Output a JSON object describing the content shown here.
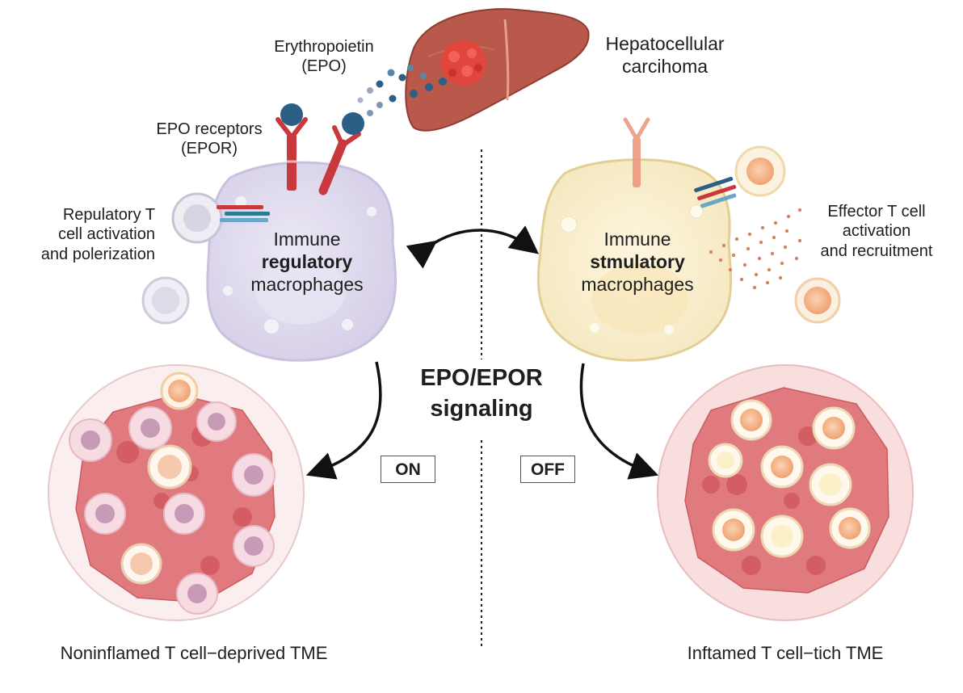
{
  "labels": {
    "epo": "Erythropoietin",
    "epo_abbr": "(EPO)",
    "organ_line1": "Hepatocellular",
    "organ_line2": "carcihoma",
    "receptors": "EPO receptors",
    "receptors_abbr": "(EPOR)",
    "left_side_line1": "Repulatory T",
    "left_side_line2": "cell activation",
    "left_side_line3": "and polerization",
    "right_side_line1": "Effector T cell",
    "right_side_line2": "activation",
    "right_side_line3": "and recruitment",
    "left_macro_line1": "Immune",
    "left_macro_line2": "regulatory",
    "left_macro_line3": "macrophages",
    "right_macro_line1": "Immune",
    "right_macro_line2": "stmulatory",
    "right_macro_line3": "macrophages",
    "center_line1": "EPO/EPOR",
    "center_line2": "signaling",
    "on_tag": "ON",
    "off_tag": "OFF",
    "bottom_left": "Noninflamed T cell−deprived TME",
    "bottom_right": "Inftamed T cell−tich TME"
  },
  "colors": {
    "liver": "#b5584a",
    "tumor": "#e2453c",
    "epo_dot": "#2c5f86",
    "receptor": "#c8383c",
    "regulatory_macrophage": "#e4dff0",
    "stimulatory_macrophage": "#fbf3d9",
    "tumor_cell": "#e17a7e",
    "t_cell": "#f3b68a"
  }
}
